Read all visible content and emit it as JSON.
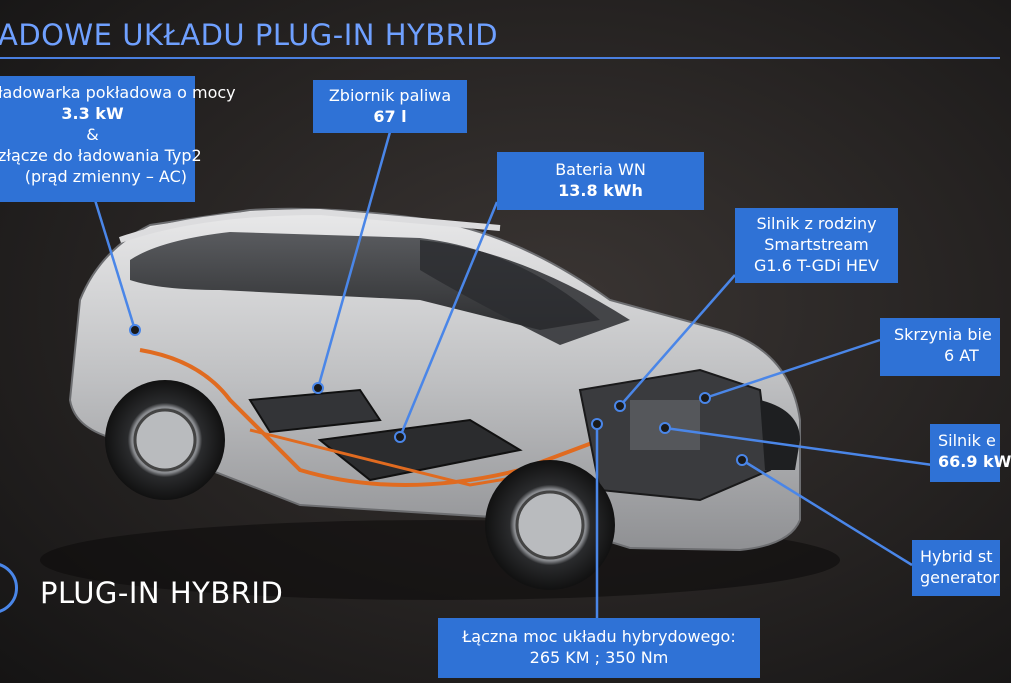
{
  "header": {
    "title": "ADOWE UKŁADU PLUG-IN HYBRID"
  },
  "callouts": {
    "charger": {
      "line1": "ładowarka pokładowa o mocy",
      "line2": "3.3 kW",
      "line3": "&",
      "line4": "złącze do ładowania Typ2",
      "line5": "(prąd zmienny – AC)"
    },
    "tank": {
      "line1": "Zbiornik paliwa",
      "line2": "67 l"
    },
    "battery": {
      "line1": "Bateria WN",
      "line2": "13.8 kWh"
    },
    "engine": {
      "line1": "Silnik z rodziny",
      "line2": "Smartstream",
      "line3": "G1.6 T-GDi HEV"
    },
    "gearbox": {
      "line1": "Skrzynia bie",
      "line2": "6 AT"
    },
    "motor": {
      "line1": "Silnik e",
      "line2": "66.9 kW"
    },
    "hsg": {
      "line1": "Hybrid st",
      "line2": "generator"
    },
    "total": {
      "line1": "Łączna moc układu hybrydowego:",
      "line2": "265 KM ; 350 Nm"
    }
  },
  "brand": {
    "label": "PLUG-IN HYBRID"
  },
  "colors": {
    "accent": "#2f72d6",
    "title": "#6fa0ff",
    "background": "#262322"
  }
}
